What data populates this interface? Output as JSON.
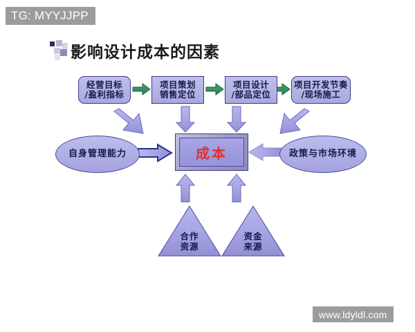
{
  "watermarks": {
    "top": "TG: MYYJJPP",
    "bottom": "www.ldyldl.com"
  },
  "title": "影响设计成本的因素",
  "colors": {
    "node_fill": "#b3b3e4",
    "node_border": "#3b3b8f",
    "node_text": "#151a4a",
    "center_text": "#e03030",
    "green_arrow": "#2f8f5b",
    "purple_arrow": "#9a98dd",
    "watermark_band": "#9c9c9c"
  },
  "process_flow": {
    "steps": [
      {
        "id": "box1",
        "shape": "rounded-rect",
        "line1": "经营目标",
        "line2": "/盈利指标"
      },
      {
        "id": "box2",
        "shape": "rect",
        "line1": "项目策划",
        "line2": "销售定位"
      },
      {
        "id": "box3",
        "shape": "rect",
        "line1": "项目设计",
        "line2": "/部品定位"
      },
      {
        "id": "box4",
        "shape": "rounded-rect",
        "line1": "项目开发节奏",
        "line2": "/现场施工"
      }
    ],
    "connector_count": 3
  },
  "center": {
    "label": "成本",
    "shape": "beveled-rect"
  },
  "influences": {
    "left_ellipse": "自身管理能力",
    "right_ellipse": "政策与市场环境",
    "left_triangle": {
      "line1": "合作",
      "line2": "资源"
    },
    "right_triangle": {
      "line1": "资金",
      "line2": "来源"
    }
  },
  "arrows": {
    "from_box1_diagonal": "down-right",
    "from_box2_vertical": "down",
    "from_box3_vertical": "down",
    "from_box4_diagonal": "down-left",
    "from_left_ellipse": "right",
    "from_right_ellipse": "left",
    "from_left_triangle": "up",
    "from_right_triangle": "up"
  }
}
